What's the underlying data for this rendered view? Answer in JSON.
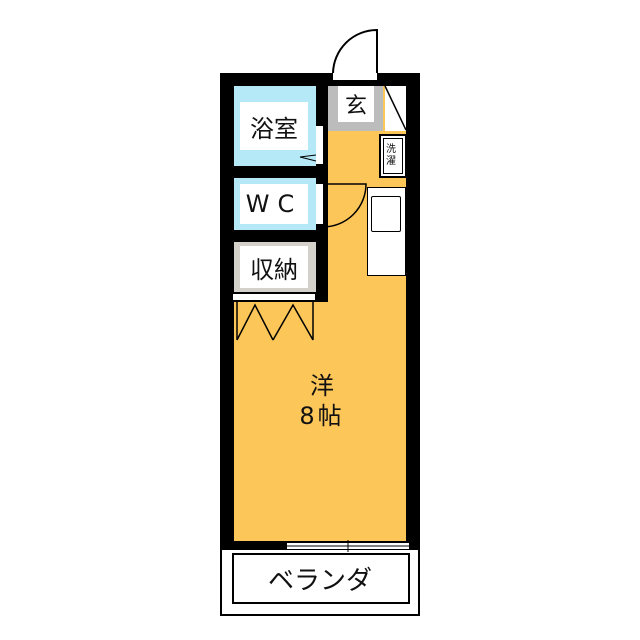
{
  "rooms": {
    "bath": "浴室",
    "wc": "WC",
    "storage": "収納",
    "entrance": "玄",
    "laundry": "洗濯",
    "main_room_type": "洋",
    "main_room_size": "8帖",
    "balcony": "ベランダ"
  },
  "colors": {
    "floor": "#fcc659",
    "wet": "#b5e9f8",
    "storage": "#d3d1c9",
    "entrance": "#bcbcbc",
    "wall": "#000000"
  }
}
